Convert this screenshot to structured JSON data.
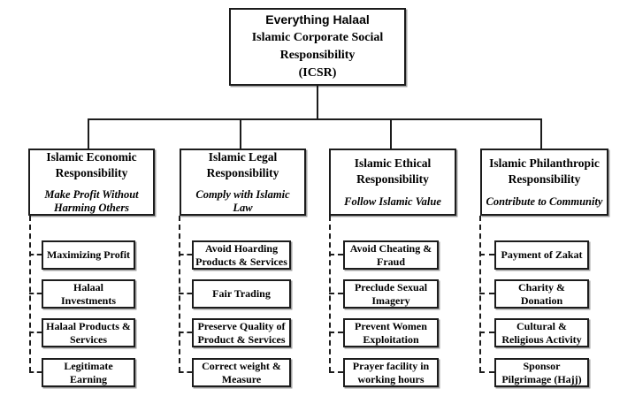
{
  "root": {
    "title": "Everything Halaal",
    "subtitle": "Islamic Corporate Social Responsibility",
    "acronym": "(ICSR)"
  },
  "columns": [
    {
      "title": "Islamic Economic Responsibility",
      "tagline": "Make Profit Without Harming Others",
      "leaves": [
        "Maximizing Profit",
        "Halaal Investments",
        "Halaal Products & Services",
        "Legitimate Earning"
      ]
    },
    {
      "title": "Islamic Legal Responsibility",
      "tagline": "Comply with Islamic Law",
      "leaves": [
        "Avoid Hoarding Products & Services",
        "Fair Trading",
        "Preserve Quality of Product & Services",
        "Correct weight & Measure"
      ]
    },
    {
      "title": "Islamic Ethical Responsibility",
      "tagline": "Follow Islamic Value",
      "leaves": [
        "Avoid Cheating & Fraud",
        "Preclude Sexual Imagery",
        "Prevent Women Exploitation",
        "Prayer facility in working hours"
      ]
    },
    {
      "title": "Islamic Philanthropic Responsibility",
      "tagline": "Contribute to Community",
      "leaves": [
        "Payment of Zakat",
        "Charity & Donation",
        "Cultural & Religious Activity",
        "Sponsor Pilgrimage (Hajj)"
      ]
    }
  ],
  "palette": {
    "background": "#ffffff",
    "line": "#1c1c1c",
    "text": "#000000"
  }
}
